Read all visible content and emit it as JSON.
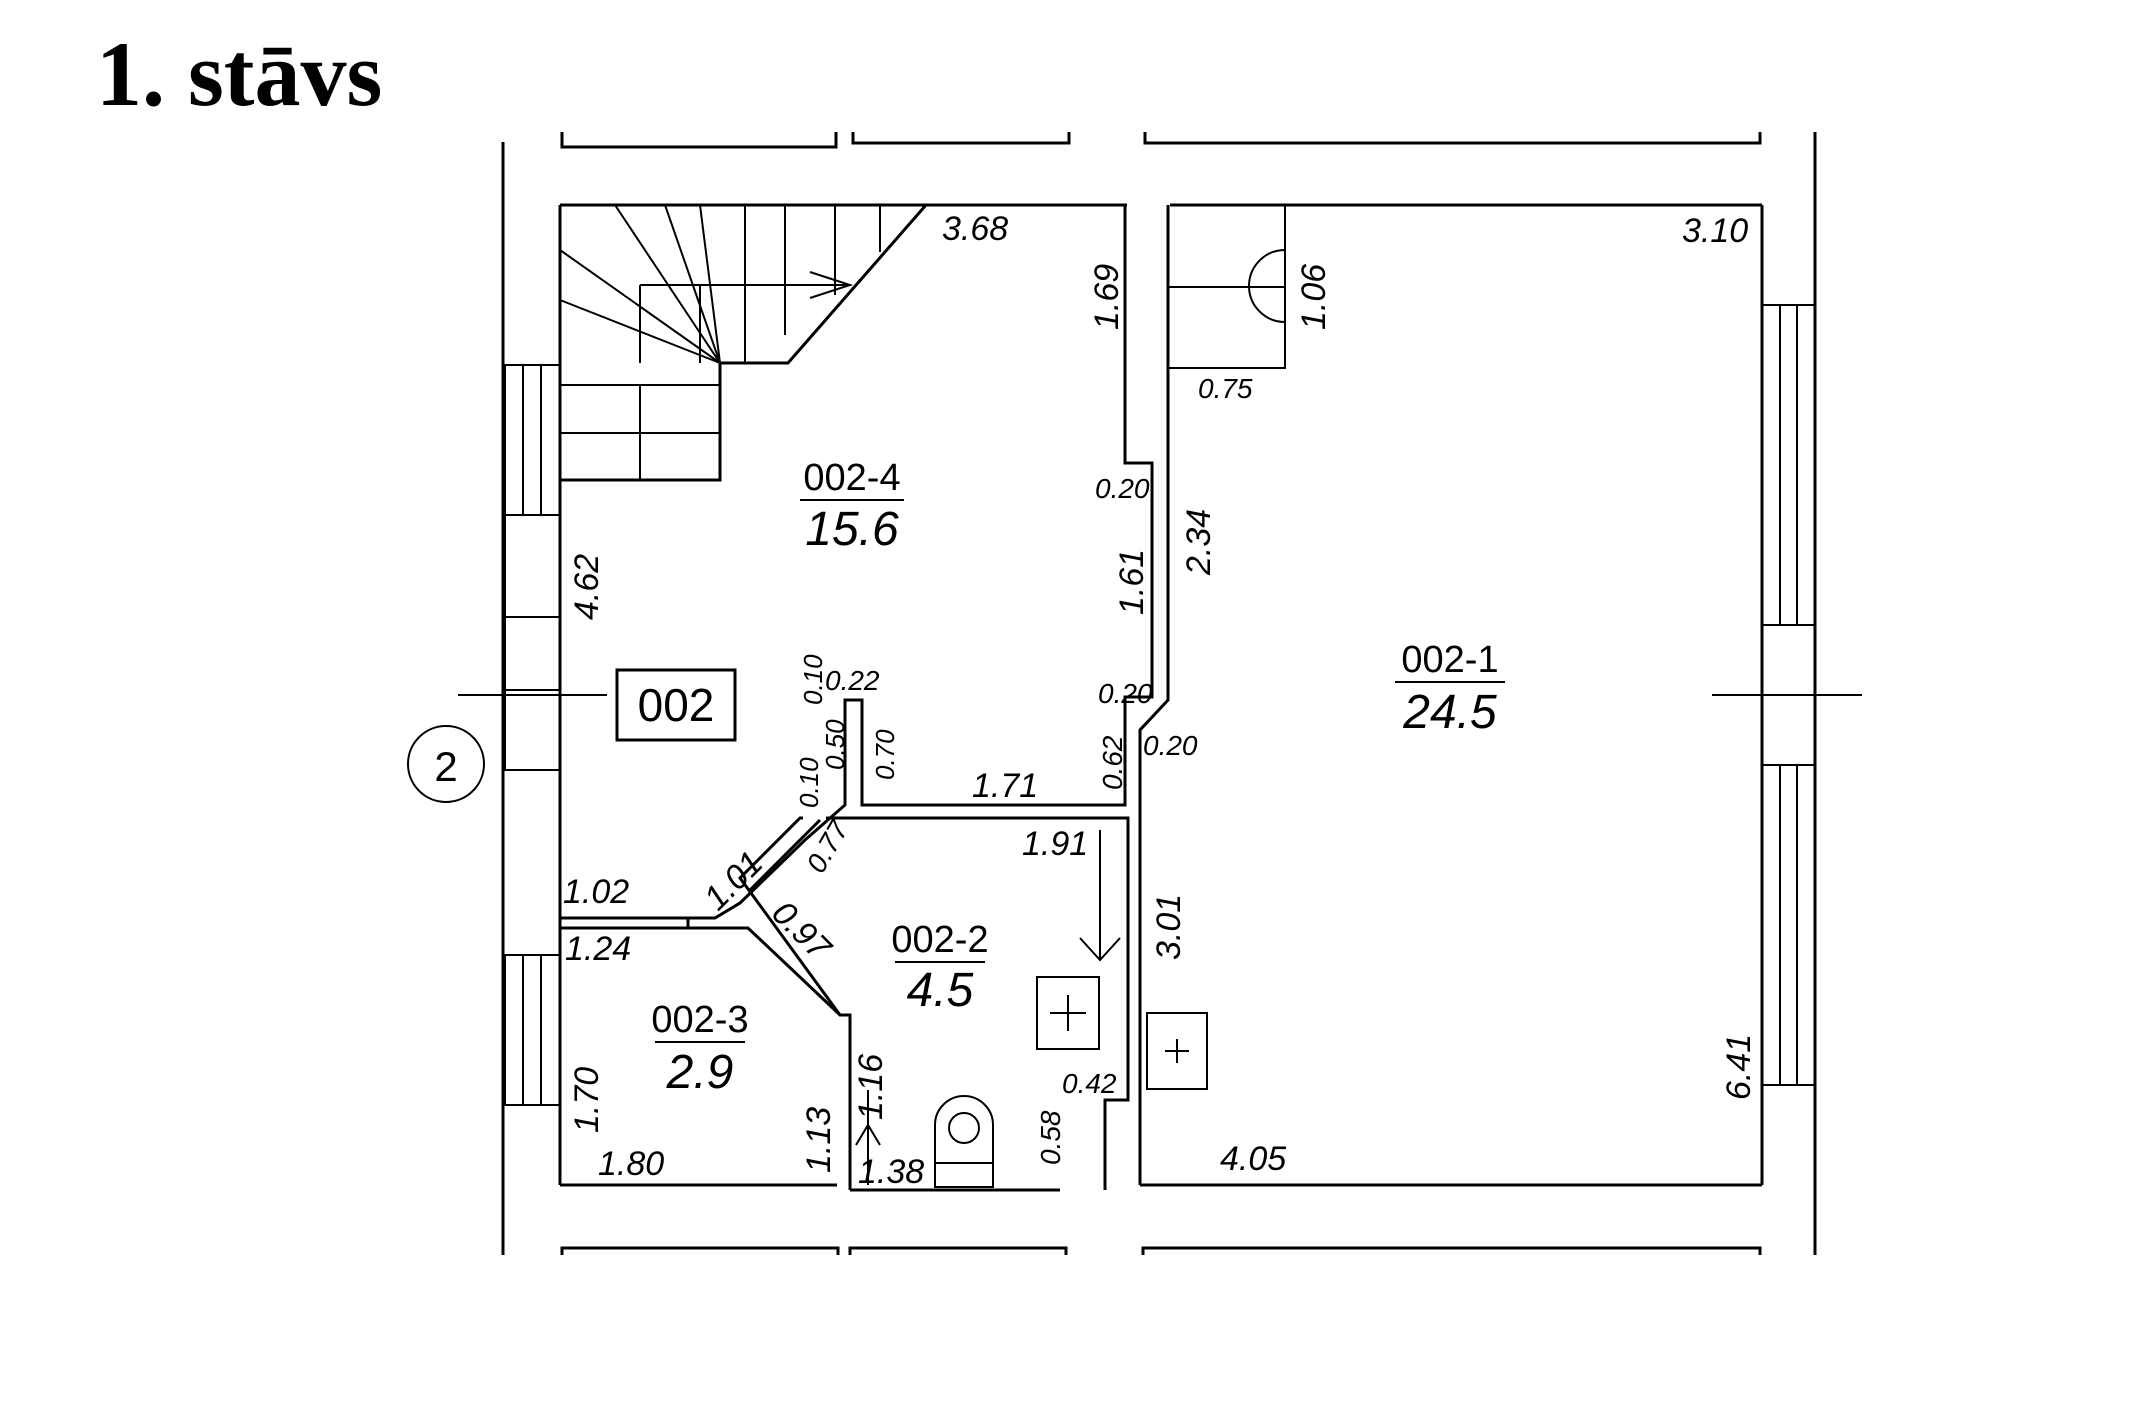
{
  "title": "1. stāvs",
  "apartment_id": "002",
  "axis_label": "2",
  "rooms": [
    {
      "id": "002-4",
      "area": "15.6"
    },
    {
      "id": "002-1",
      "area": "24.5"
    },
    {
      "id": "002-2",
      "area": "4.5"
    },
    {
      "id": "002-3",
      "area": "2.9"
    }
  ],
  "dimensions": {
    "d368": "3.68",
    "d169": "1.69",
    "d310": "3.10",
    "d106": "1.06",
    "d075": "0.75",
    "d020a": "0.20",
    "d234": "2.34",
    "d161": "1.61",
    "d462": "4.62",
    "d020b": "0.20",
    "d020c": "0.20",
    "d062": "0.62",
    "d022": "0.22",
    "d010a": "0.10",
    "d050": "0.50",
    "d070": "0.70",
    "d010b": "0.10",
    "d171": "1.71",
    "d191": "1.91",
    "d077": "0.77",
    "d101": "1.01",
    "d102": "1.02",
    "d124": "1.24",
    "d097": "0.97",
    "d301": "3.01",
    "d170": "1.70",
    "d113": "1.13",
    "d180": "1.80",
    "d116": "1.16",
    "d138": "1.38",
    "d058": "0.58",
    "d042": "0.42",
    "d405": "4.05",
    "d641": "6.41"
  }
}
